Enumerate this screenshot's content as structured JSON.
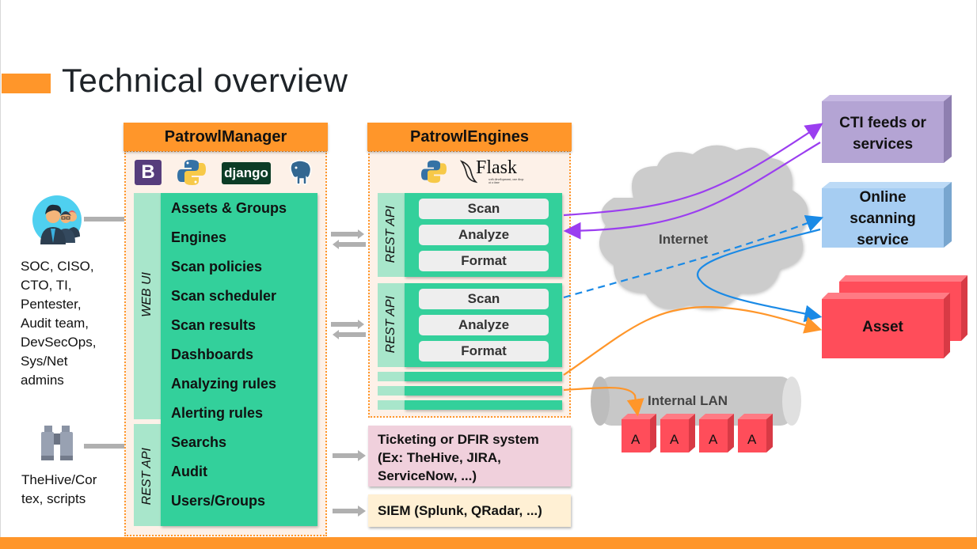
{
  "slide": {
    "title": "Technical overview",
    "accent_color": "#ff962a"
  },
  "actors": {
    "users": {
      "icon": "team-icon",
      "label_lines": [
        "SOC, CISO,",
        "CTO, TI,",
        "Pentester,",
        "Audit team,",
        "DevSecOps,",
        "Sys/Net",
        "admins"
      ]
    },
    "tools": {
      "icon": "binoculars-icon",
      "label_lines": [
        "TheHive/Cor",
        "tex, scripts"
      ]
    }
  },
  "manager": {
    "header": "PatrowlManager",
    "logos": [
      "bootstrap-logo",
      "python-logo",
      "django-logo",
      "postgresql-logo"
    ],
    "django_text": "django",
    "bootstrap_text": "B",
    "web_ui_label": "WEB UI",
    "rest_api_label": "REST API",
    "items": [
      "Assets & Groups",
      "Engines",
      "Scan policies",
      "Scan scheduler",
      "Scan results",
      "Dashboards",
      "Analyzing rules",
      "Alerting rules",
      "Searchs",
      "Audit",
      "Users/Groups"
    ]
  },
  "engines": {
    "header": "PatrowlEngines",
    "logos": [
      "python-logo",
      "flask-logo"
    ],
    "flask_text": "Flask",
    "flask_tagline": "web development, one drop at a time",
    "blocks": [
      {
        "api_label": "REST API",
        "steps": [
          "Scan",
          "Analyze",
          "Format"
        ]
      },
      {
        "api_label": "REST API",
        "steps": [
          "Scan",
          "Analyze",
          "Format"
        ]
      }
    ]
  },
  "outputs": {
    "ticketing": [
      "Ticketing or DFIR system",
      "(Ex: TheHive, JIRA,",
      "ServiceNow, ...)"
    ],
    "siem": "SIEM (Splunk, QRadar, ...)",
    "ticketing_color": "#f0d0dc",
    "siem_color": "#fff0d4"
  },
  "network": {
    "internet_label": "Internet",
    "lan_label": "Internal LAN",
    "lan_assets": [
      "A",
      "A",
      "A",
      "A"
    ]
  },
  "external": {
    "cti": [
      "CTI feeds or",
      "services"
    ],
    "online": [
      "Online",
      "scanning",
      "service"
    ],
    "asset": "Asset",
    "cti_color": "#b4a4d4",
    "online_color": "#a6cdf2",
    "asset_color": "#ff4d5a"
  }
}
